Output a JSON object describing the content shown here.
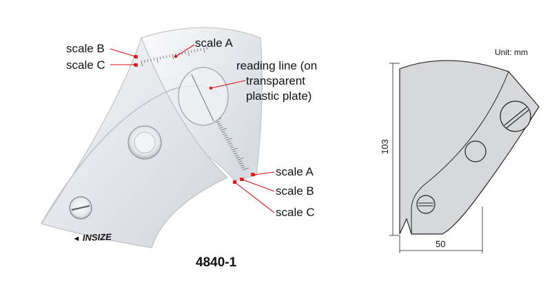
{
  "photo": {
    "labels": {
      "scale_b_top": "scale B",
      "scale_c_top": "scale C",
      "scale_a_top": "scale A",
      "reading_line_1": "reading line (on",
      "reading_line_2": "transparent",
      "reading_line_3": "plastic plate)",
      "scale_a_right": "scale A",
      "scale_b_right": "scale B",
      "scale_c_right": "scale C"
    },
    "brand": "INSIZE",
    "model": "4840-1",
    "colors": {
      "leader": "#e01010",
      "metal": "#e9ecef",
      "metal_edge": "#b9bec5"
    }
  },
  "drawing": {
    "unit": "Unit: mm",
    "height": "103",
    "width": "50",
    "colors": {
      "fill": "#d6d8dc",
      "stroke": "#222222"
    }
  }
}
